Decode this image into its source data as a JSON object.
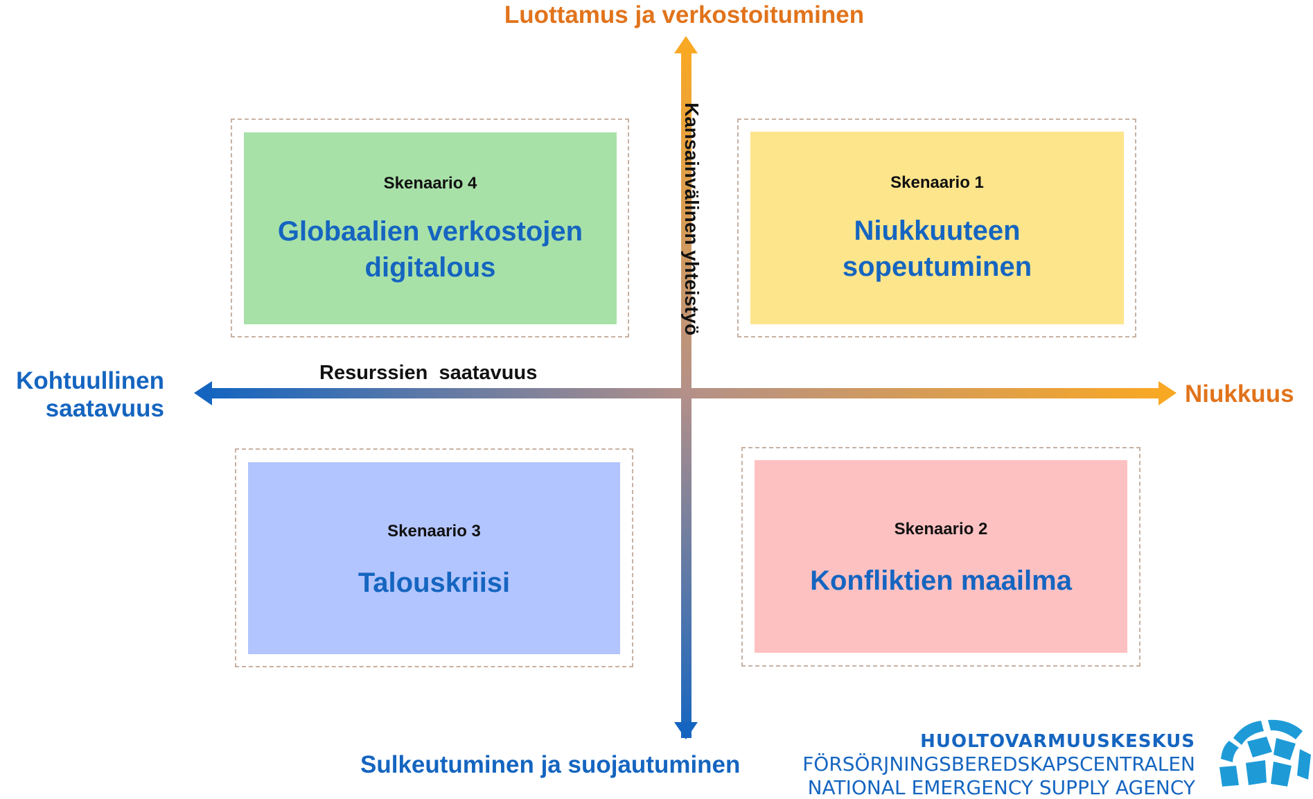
{
  "axes": {
    "top_label": "Luottamus ja verkostoituminen",
    "bottom_label": "Sulkeutuminen ja suojautuminen",
    "left_label": "Kohtuullinen saatavuus",
    "right_label": "Niukkuus",
    "horizontal_caption": "Resurssien  saatavuus",
    "vertical_caption": "Kansainvälinen yhteistyö"
  },
  "scenarios": [
    {
      "number": "Skenaario 4",
      "title": "Globaalien verkostojen digitalous",
      "color": "#a8e1a8"
    },
    {
      "number": "Skenaario 1",
      "title": "Niukkuuteen sopeutuminen",
      "color": "#fde58c"
    },
    {
      "number": "Skenaario 3",
      "title": "Talouskriisi",
      "color": "#b3c5fe"
    },
    {
      "number": "Skenaario 2",
      "title": "Konfliktien maailma",
      "color": "#fec1c2"
    }
  ],
  "brand": {
    "primary": "HUOLTOVARMUUSKESKUS",
    "secondary": "FÖRSÖRJNINGSBEREDSKAPSCENTRALEN",
    "tertiary": "NATIONAL EMERGENCY SUPPLY AGENCY"
  },
  "colors": {
    "orange": "#f9a824",
    "orange_text": "#e1731b",
    "blue": "#1565c0",
    "mid": "#b39089"
  }
}
